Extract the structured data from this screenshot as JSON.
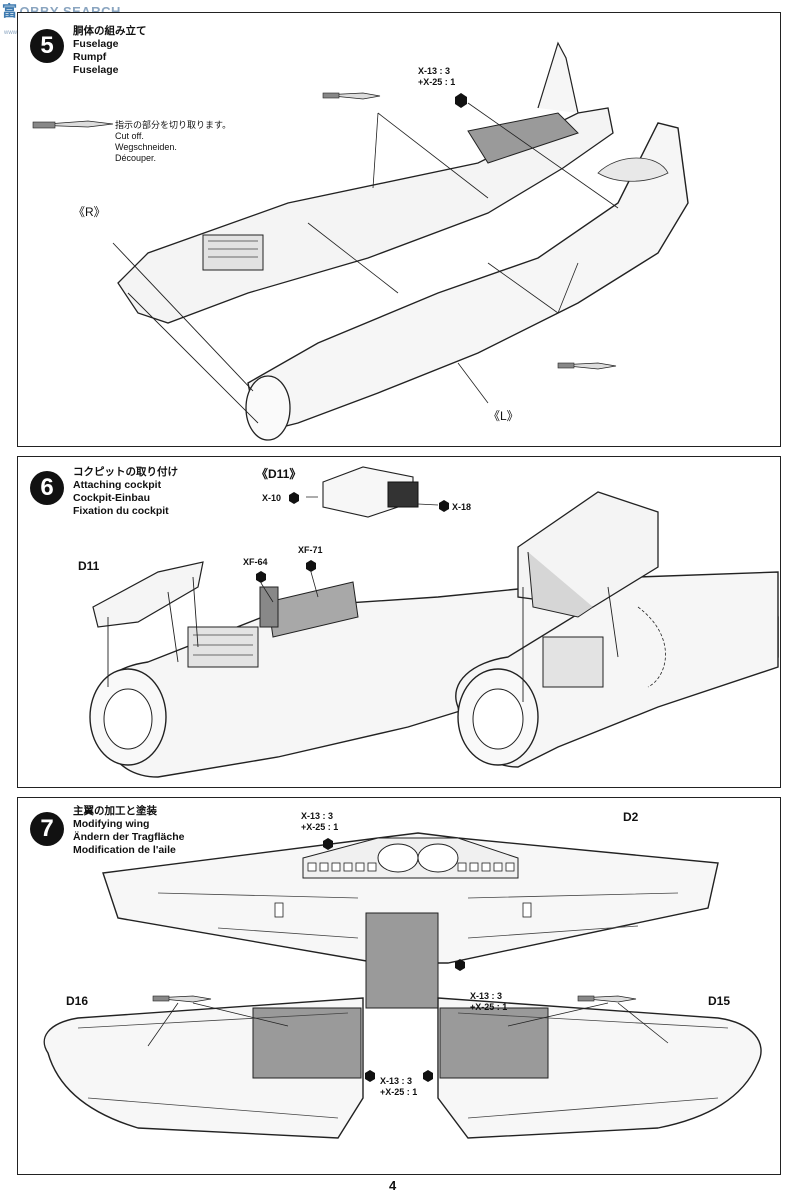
{
  "watermark": {
    "cn": "富",
    "text": "OBBY SEARCH",
    "sub": "www.hobbysearch.com"
  },
  "step5": {
    "number": "5",
    "titles": [
      "胴体の組み立て",
      "Fuselage",
      "Rumpf",
      "Fuselage"
    ],
    "cut_note": [
      "指示の部分を切り取ります。",
      "Cut off.",
      "Wegschneiden.",
      "Découper."
    ],
    "paint": [
      "X-13 : 3",
      "+X-25 : 1"
    ],
    "label_r": "《R》",
    "label_l": "《L》"
  },
  "step6": {
    "number": "6",
    "titles": [
      "コクピットの取り付け",
      "Attaching cockpit",
      "Cockpit-Einbau",
      "Fixation du cockpit"
    ],
    "part_d11_box": "《D11》",
    "part_d11": "D11",
    "paint_x10": "X-10",
    "paint_x18": "X-18",
    "paint_xf64": "XF-64",
    "paint_xf71": "XF-71"
  },
  "step7": {
    "number": "7",
    "titles": [
      "主翼の加工と塗装",
      "Modifying wing",
      "Ändern der Tragfläche",
      "Modification de l'aile"
    ],
    "part_d2": "D2",
    "part_d16": "D16",
    "part_d15": "D15",
    "paint_top": [
      "X-13 : 3",
      "+X-25 : 1"
    ],
    "paint_center": [
      "X-13 : 3",
      "+X-25 : 1"
    ],
    "paint_bottom": [
      "X-13 : 3",
      "+X-25 : 1"
    ]
  },
  "page_number": "4"
}
